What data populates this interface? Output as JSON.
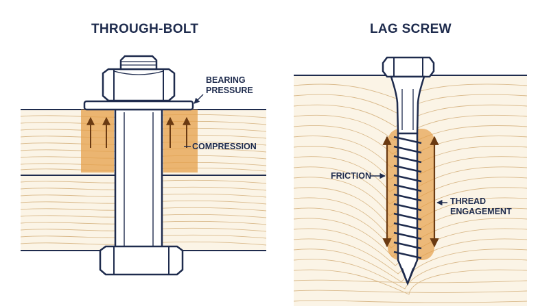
{
  "left_panel": {
    "title": "THROUGH-BOLT",
    "labels": {
      "bearing_pressure_line1": "BEARING",
      "bearing_pressure_line2": "PRESSURE",
      "compression": "COMPRESSION"
    }
  },
  "right_panel": {
    "title": "LAG SCREW",
    "labels": {
      "friction": "FRICTION",
      "thread_engagement_line1": "THREAD",
      "thread_engagement_line2": "ENGAGEMENT"
    }
  },
  "colors": {
    "ink": "#1e2b4d",
    "wood": "#fbf4e6",
    "wood_grain": "#d9b98a",
    "highlight": "#e6a04a",
    "metal": "#ffffff"
  }
}
